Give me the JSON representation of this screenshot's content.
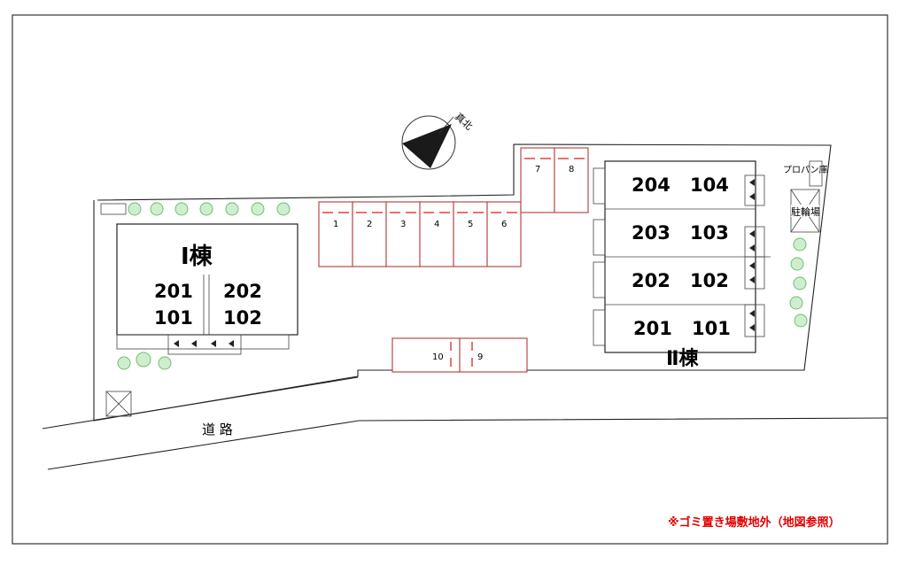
{
  "compass": {
    "label": "真北"
  },
  "building_1": {
    "name": "Ⅰ棟",
    "units_upper": [
      "201",
      "202"
    ],
    "units_lower": [
      "101",
      "102"
    ]
  },
  "building_2": {
    "name": "Ⅱ棟",
    "rows": [
      [
        "204",
        "104"
      ],
      [
        "203",
        "103"
      ],
      [
        "202",
        "102"
      ],
      [
        "201",
        "101"
      ]
    ]
  },
  "parking_top": [
    "1",
    "2",
    "3",
    "4",
    "5",
    "6"
  ],
  "parking_upper_right": [
    "7",
    "8"
  ],
  "parking_bottom": [
    "10",
    "9"
  ],
  "road": {
    "label": "道 路"
  },
  "propane_shed": {
    "label": "プロパン庫"
  },
  "bicycle_parking": {
    "label": "駐輪場"
  },
  "footnote": "※ゴミ置き場敷地外（地図参照）",
  "colors": {
    "parking_outline": "#b23a3a",
    "parking_mark": "#dd2222",
    "note": "#e00000",
    "shrub": "#cfeecf"
  }
}
